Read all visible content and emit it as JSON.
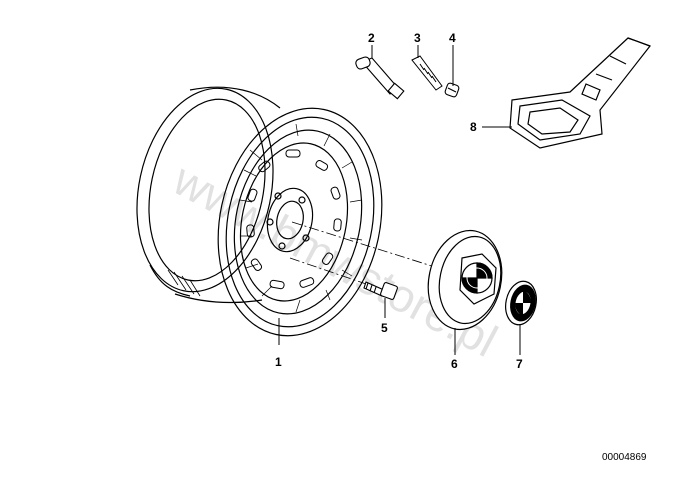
{
  "diagram": {
    "callouts": [
      {
        "id": "part-1",
        "label": "1"
      },
      {
        "id": "part-2",
        "label": "2"
      },
      {
        "id": "part-3",
        "label": "3"
      },
      {
        "id": "part-4",
        "label": "4"
      },
      {
        "id": "part-5",
        "label": "5"
      },
      {
        "id": "part-6",
        "label": "6"
      },
      {
        "id": "part-7",
        "label": "7"
      },
      {
        "id": "part-8",
        "label": "8"
      }
    ],
    "document_number": "00004869",
    "watermark": "www.bmwstore.pl"
  }
}
